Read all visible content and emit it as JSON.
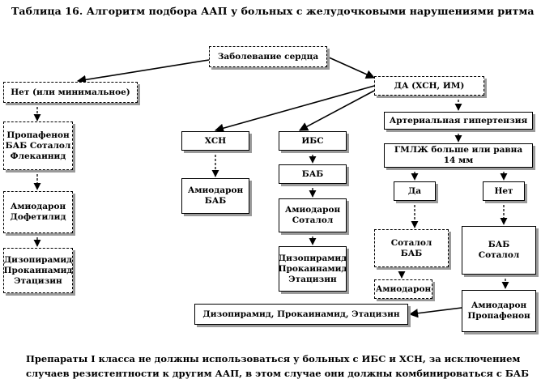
{
  "title": "Таблица 16. Алгоритм подбора ААП у больных с желудочковыми нарушениями ритма",
  "nodes": {
    "root": [
      "Заболевание сердца"
    ],
    "no": [
      "Нет (или минимальное)"
    ],
    "yes": [
      "ДА (ХСН, ИМ)"
    ],
    "no_drugs1": [
      "Пропафенон",
      "БАБ Соталол",
      "Флекаинид"
    ],
    "no_drugs2": [
      "Амиодарон",
      "Дофетилид"
    ],
    "no_drugs3": [
      "Дизопирамид",
      "Прокаинамид",
      "Этацизин"
    ],
    "hsn": [
      "ХСН"
    ],
    "hsn_drugs": [
      "Амиодарон",
      "БАБ"
    ],
    "ibs": [
      "ИБС"
    ],
    "ibs_bab": [
      "БАБ"
    ],
    "ibs_drugs2": [
      "Амиодарон",
      "Соталол"
    ],
    "ibs_drugs3": [
      "Дизопирамид",
      "Прокаинамид",
      "Этацизин"
    ],
    "ag": [
      "Артериальная гипертензия"
    ],
    "glm": [
      "ГМЛЖ больше или равна",
      "14 мм"
    ],
    "glm_yes": [
      "Да"
    ],
    "glm_no": [
      "Нет"
    ],
    "yes_drugs1": [
      "Соталол",
      "БАБ"
    ],
    "yes_drugs2": [
      "Амиодарон"
    ],
    "no2_drugs1": [
      "БАБ",
      "Соталол"
    ],
    "no2_drugs2": [
      "Амиодарон",
      "Пропафенон"
    ],
    "bottom": [
      "Дизопирамид, Прокаинамид, Этацизин"
    ]
  },
  "footnote": [
    "Препараты I класса не должны использоваться у больных с ИБС и ХСН, за исключением",
    "случаев резистентности к другим ААП, в этом случае они должны комбинироваться с БАБ"
  ]
}
